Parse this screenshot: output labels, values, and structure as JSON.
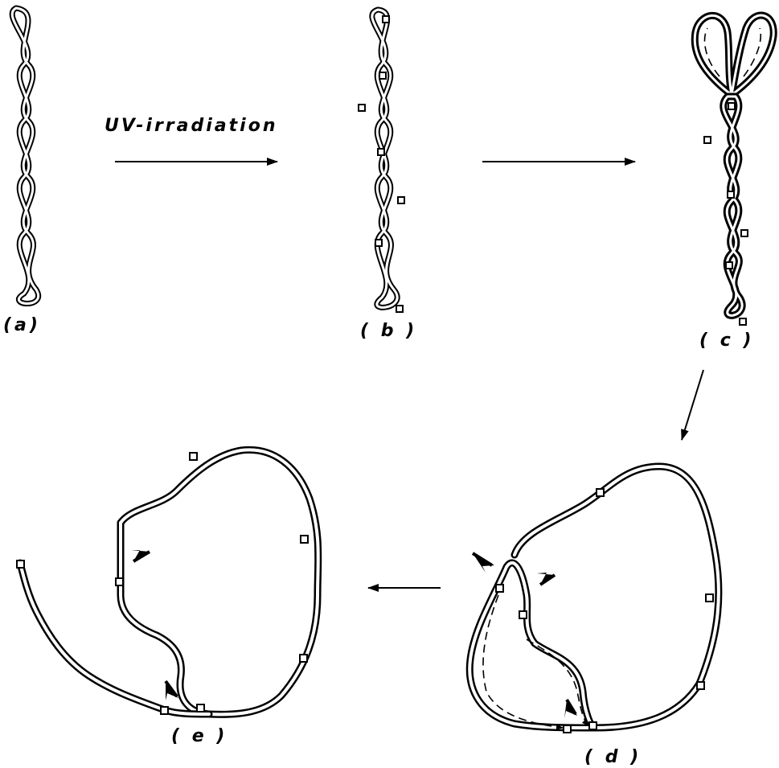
{
  "labels": {
    "a": "(a)",
    "b": "( b )",
    "c": "( c )",
    "d": "( d )",
    "e": "( e )"
  },
  "arrow_caption": "UV-irradiation",
  "colors": {
    "ink": "#000000",
    "paper": "#ffffff"
  }
}
